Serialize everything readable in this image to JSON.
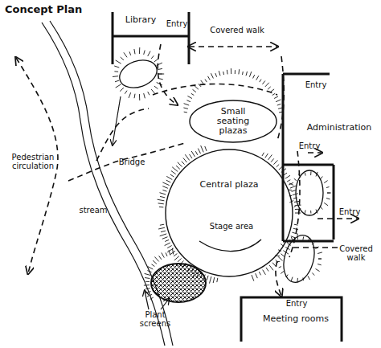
{
  "diagram": {
    "title": "Concept Plan",
    "nodes": [
      {
        "text": [
          "Library"
        ]
      },
      {
        "text": [
          "Small seating plazas"
        ]
      },
      {
        "text": [
          "Administration"
        ]
      },
      {
        "text": [
          "Central plaza"
        ]
      },
      {
        "text": [
          "Meeting rooms"
        ]
      }
    ],
    "labels": [
      "Entry",
      "Covered walk",
      "Entry",
      "Entry",
      "Pedestrian circulation",
      "Bridge",
      "stream",
      "Stage area",
      "Entry",
      "Covered walk",
      "Plant screens",
      "Entry"
    ]
  }
}
